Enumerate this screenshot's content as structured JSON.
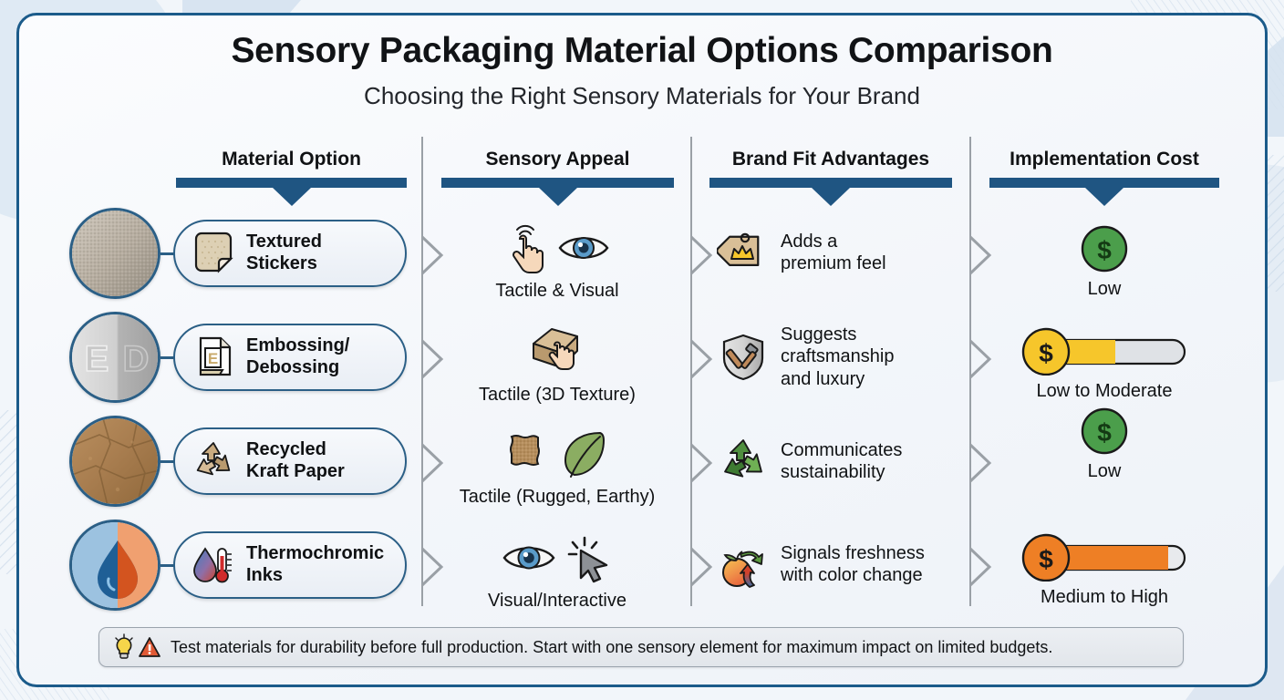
{
  "header": {
    "title": "Sensory Packaging Material Options Comparison",
    "subtitle": "Choosing the Right Sensory Materials for Your Brand"
  },
  "columns": [
    {
      "label": "Material Option"
    },
    {
      "label": "Sensory Appeal"
    },
    {
      "label": "Brand Fit Advantages"
    },
    {
      "label": "Implementation Cost"
    }
  ],
  "rows": [
    {
      "material": {
        "name": "Textured Stickers",
        "line1": "Textured",
        "line2": "Stickers",
        "thumb_icon": "textured-surface-swatch",
        "pill_icon": "sticker-icon"
      },
      "sensory": {
        "label": "Tactile & Visual",
        "icons": [
          "touch-hand-icon",
          "eye-icon"
        ]
      },
      "brand": {
        "line1": "Adds a",
        "line2": "premium feel",
        "icon": "price-tag-crown-icon"
      },
      "cost": {
        "label": "Low",
        "icon": "green-dollar-coin-icon",
        "level": 0.18,
        "color": "#4b9e4b",
        "meter": false
      }
    },
    {
      "material": {
        "name": "Embossing/Debossing",
        "line1": "Embossing/",
        "line2": "Debossing",
        "thumb_icon": "embossed-letters-ed",
        "pill_icon": "document-embossed-e-icon"
      },
      "sensory": {
        "label": "Tactile (3D Texture)",
        "icons": [
          "box-3d-touch-icon"
        ]
      },
      "brand": {
        "line1": "Suggests",
        "line2": "craftsmanship",
        "line3": "and luxury",
        "icon": "shield-hammer-icon"
      },
      "cost": {
        "label": "Low to Moderate",
        "icon": "yellow-dollar-coin-icon",
        "level": 0.5,
        "color": "#f6c62b",
        "meter": true
      }
    },
    {
      "material": {
        "name": "Recycled Kraft Paper",
        "line1": "Recycled",
        "line2": "Kraft Paper",
        "thumb_icon": "kraft-paper-swatch",
        "pill_icon": "recycle-icon"
      },
      "sensory": {
        "label": "Tactile (Rugged, Earthy)",
        "icons": [
          "kraft-square-icon",
          "leaf-icon"
        ]
      },
      "brand": {
        "line1": "Communicates",
        "line2": "sustainability",
        "icon": "recycle-green-icon"
      },
      "cost": {
        "label": "Low",
        "icon": "green-dollar-coin-icon",
        "level": 0.18,
        "color": "#4b9e4b",
        "meter": false
      }
    },
    {
      "material": {
        "name": "Thermochromic Inks",
        "line1": "Thermochromic",
        "line2": "Inks",
        "thumb_icon": "thermochromic-droplet-icon",
        "pill_icon": "droplet-thermometer-icon"
      },
      "sensory": {
        "label": "Visual/Interactive",
        "icons": [
          "eye-icon",
          "click-cursor-icon"
        ]
      },
      "brand": {
        "line1": "Signals freshness",
        "line2": "with color change",
        "icon": "peach-color-change-icon"
      },
      "cost": {
        "label": "Medium to High",
        "icon": "orange-dollar-coin-icon",
        "level": 0.88,
        "color": "#ee7f25",
        "meter": true
      }
    }
  ],
  "footer": {
    "text": "Test materials for durability before full production. Start with one sensory element for maximum impact on limited budgets.",
    "icons": [
      "lightbulb-icon",
      "warning-triangle-icon"
    ]
  },
  "colors": {
    "frame_border": "#1b5b8a",
    "header_bar": "#1f5582",
    "divider": "#9aa0a6",
    "cost_low": "#4b9e4b",
    "cost_moderate": "#f6c62b",
    "cost_high": "#ee7f25"
  }
}
